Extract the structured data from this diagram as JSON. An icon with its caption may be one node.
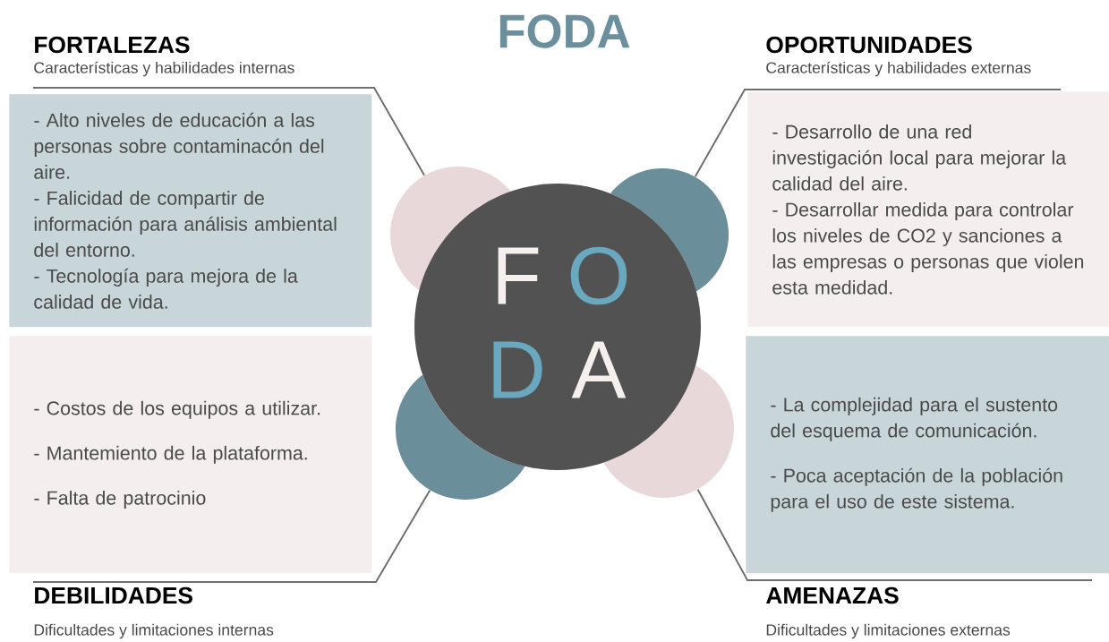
{
  "diagram": {
    "title": "FODA",
    "nodes": [
      {
        "text": [
          "FORTALEZAS",
          "Características y habilidades internas",
          "- Alto niveles de educación a las personas sobre contaminacón del aire.",
          "- Falicidad de compartir de información para análisis ambiental del entorno.",
          "- Tecnología para mejora de la calidad de vida."
        ]
      },
      {
        "text": [
          "OPORTUNIDADES",
          "Características y habilidades externas",
          "- Desarrollo de una red investigación local para mejorar la calidad del aire.",
          "- Desarrollar medida para controlar los niveles de CO2 y sanciones a las empresas o personas que violen esta medidad."
        ]
      },
      {
        "text": [
          "- Costos de los equipos a utilizar.",
          "- Mantemiento de la plataforma.",
          "- Falta de patrocinio",
          "DEBILIDADES",
          "Dificultades y limitaciones internas"
        ]
      },
      {
        "text": [
          "- La complejidad para el sustento del esquema de comunicación.",
          "- Poca aceptación de la población para el uso de este sistema.",
          "AMENAZAS",
          "Dificultades y limitaciones externas"
        ]
      },
      {
        "text": [],
        "shape": "circle"
      },
      {
        "text": [],
        "shape": "circle"
      },
      {
        "text": [],
        "shape": "circle"
      },
      {
        "text": [],
        "shape": "circle"
      },
      {
        "text": [
          "F",
          "O",
          "D",
          "A"
        ]
      }
    ],
    "edges": [
      {
        "from": 0,
        "to": 4,
        "arrow": "none"
      },
      {
        "from": 1,
        "to": 5,
        "arrow": "none"
      },
      {
        "from": 2,
        "to": 6,
        "arrow": "none"
      },
      {
        "from": 3,
        "to": 7,
        "arrow": "none"
      }
    ]
  }
}
